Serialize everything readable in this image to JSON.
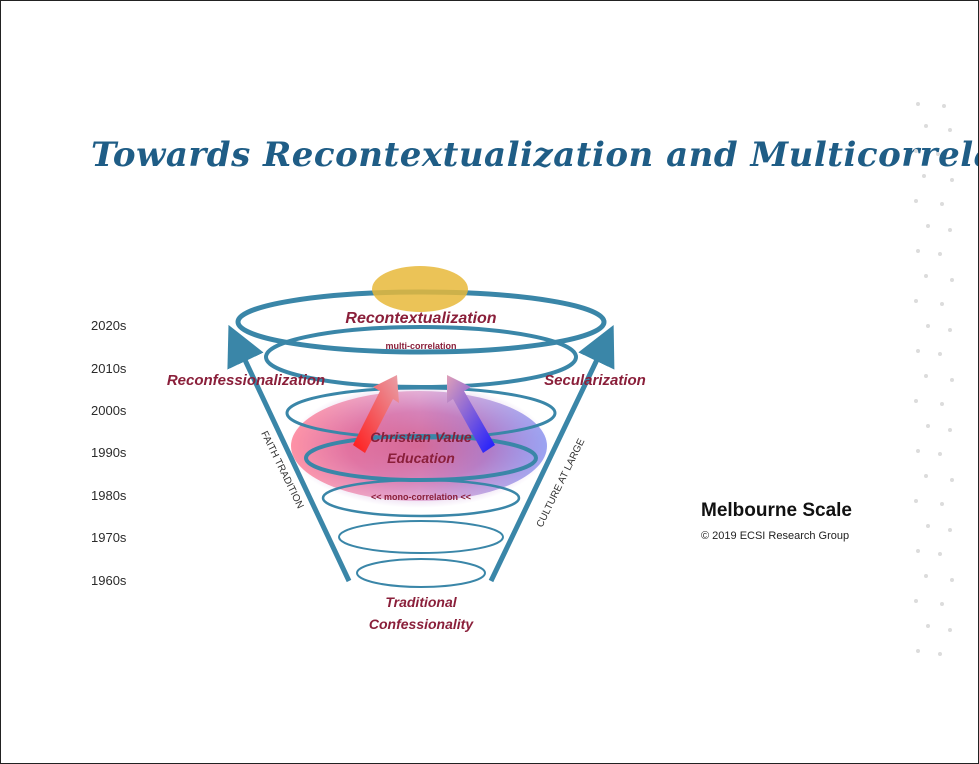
{
  "title": "Towards Recontextualization and Multicorrelation",
  "decades": [
    "2020s",
    "2010s",
    "2000s",
    "1990s",
    "1980s",
    "1970s",
    "1960s"
  ],
  "diagram": {
    "top_label": "Recontextualization",
    "top_sublabel": "multi-correlation",
    "left_label": "Reconfessionalization",
    "right_label": "Secularization",
    "center_label_line1": "Christian Value",
    "center_label_line2": "Education",
    "mono_label": "<< mono-correlation <<",
    "left_axis_label": "FAITH TRADITION",
    "right_axis_label": "CULTURE AT LARGE",
    "bottom_label_line1": "Traditional",
    "bottom_label_line2": "Confessionality"
  },
  "scale_name": "Melbourne Scale",
  "copyright": "© 2019 ECSI Research Group",
  "colors": {
    "title": "#1f5d86",
    "funnel": "#3a86a8",
    "label": "#8a1f3a",
    "highlight": "#e8b93a"
  }
}
